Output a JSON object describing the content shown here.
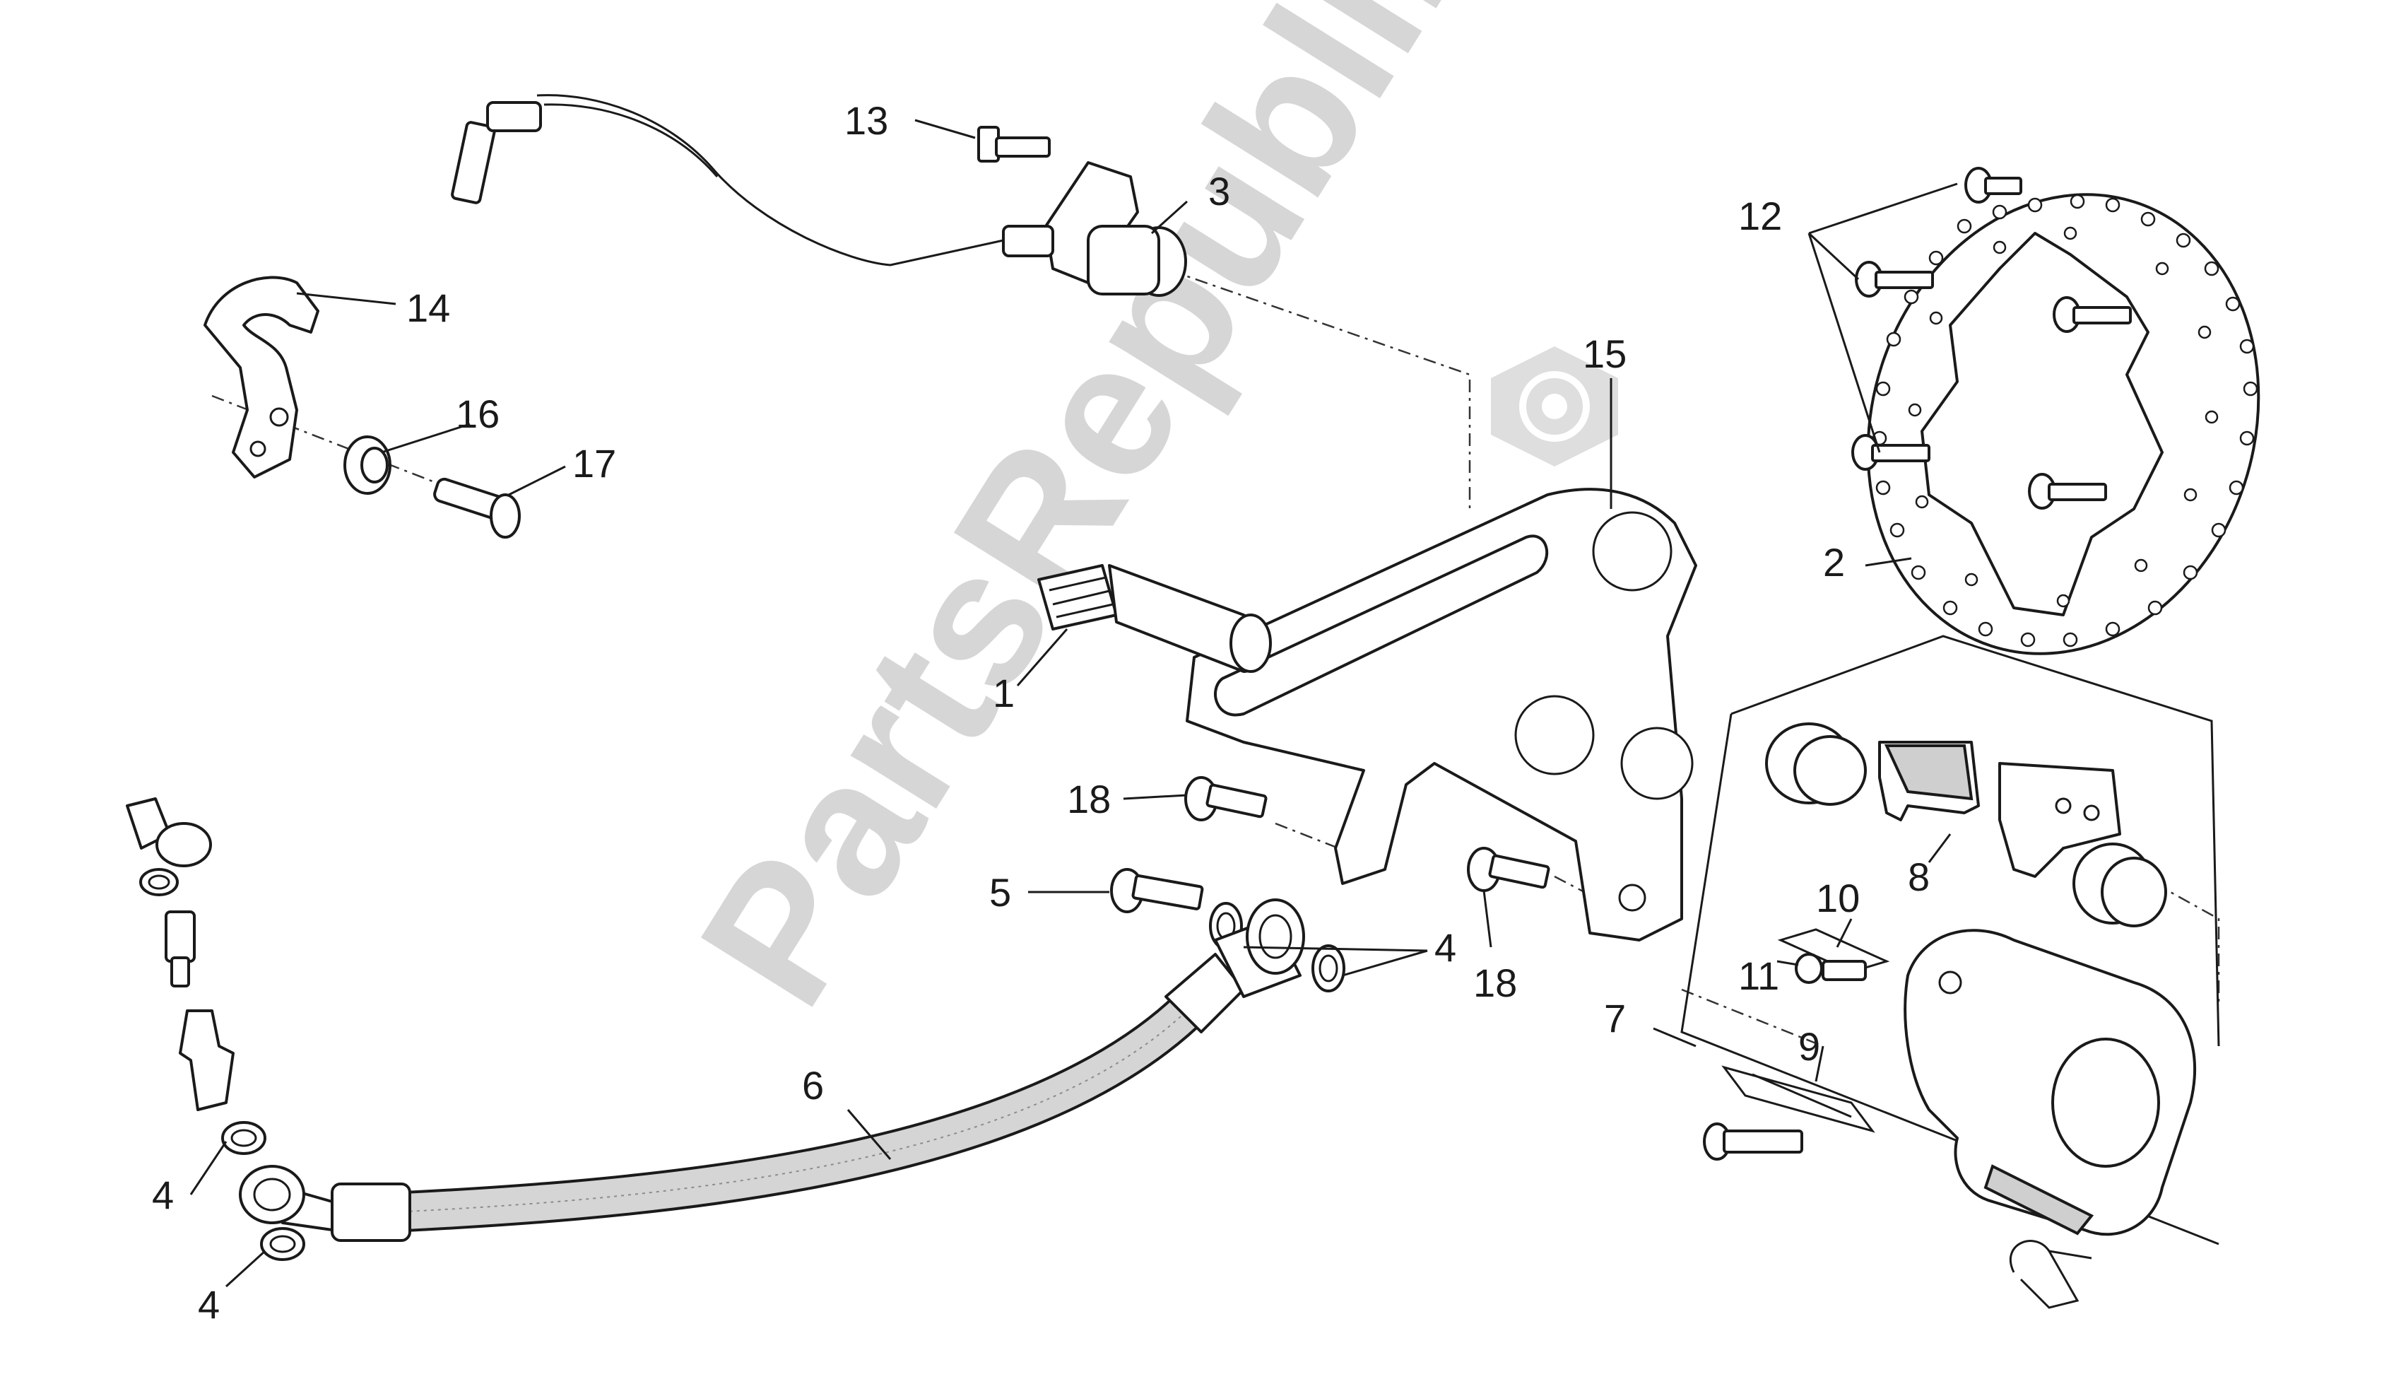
{
  "watermark": {
    "text": "PartsRepublik",
    "color": "#c9c9c9"
  },
  "icons": {
    "watermark_logo": "gear-icon"
  },
  "callouts": [
    {
      "id": "c1",
      "label": "1"
    },
    {
      "id": "c2",
      "label": "2"
    },
    {
      "id": "c3",
      "label": "3"
    },
    {
      "id": "c4a",
      "label": "4"
    },
    {
      "id": "c4b",
      "label": "4"
    },
    {
      "id": "c4c",
      "label": "4"
    },
    {
      "id": "c5",
      "label": "5"
    },
    {
      "id": "c6",
      "label": "6"
    },
    {
      "id": "c7",
      "label": "7"
    },
    {
      "id": "c8",
      "label": "8"
    },
    {
      "id": "c9",
      "label": "9"
    },
    {
      "id": "c10",
      "label": "10"
    },
    {
      "id": "c11",
      "label": "11"
    },
    {
      "id": "c12",
      "label": "12"
    },
    {
      "id": "c13",
      "label": "13"
    },
    {
      "id": "c14",
      "label": "14"
    },
    {
      "id": "c15",
      "label": "15"
    },
    {
      "id": "c16",
      "label": "16"
    },
    {
      "id": "c17",
      "label": "17"
    },
    {
      "id": "c18a",
      "label": "18"
    },
    {
      "id": "c18b",
      "label": "18"
    }
  ]
}
